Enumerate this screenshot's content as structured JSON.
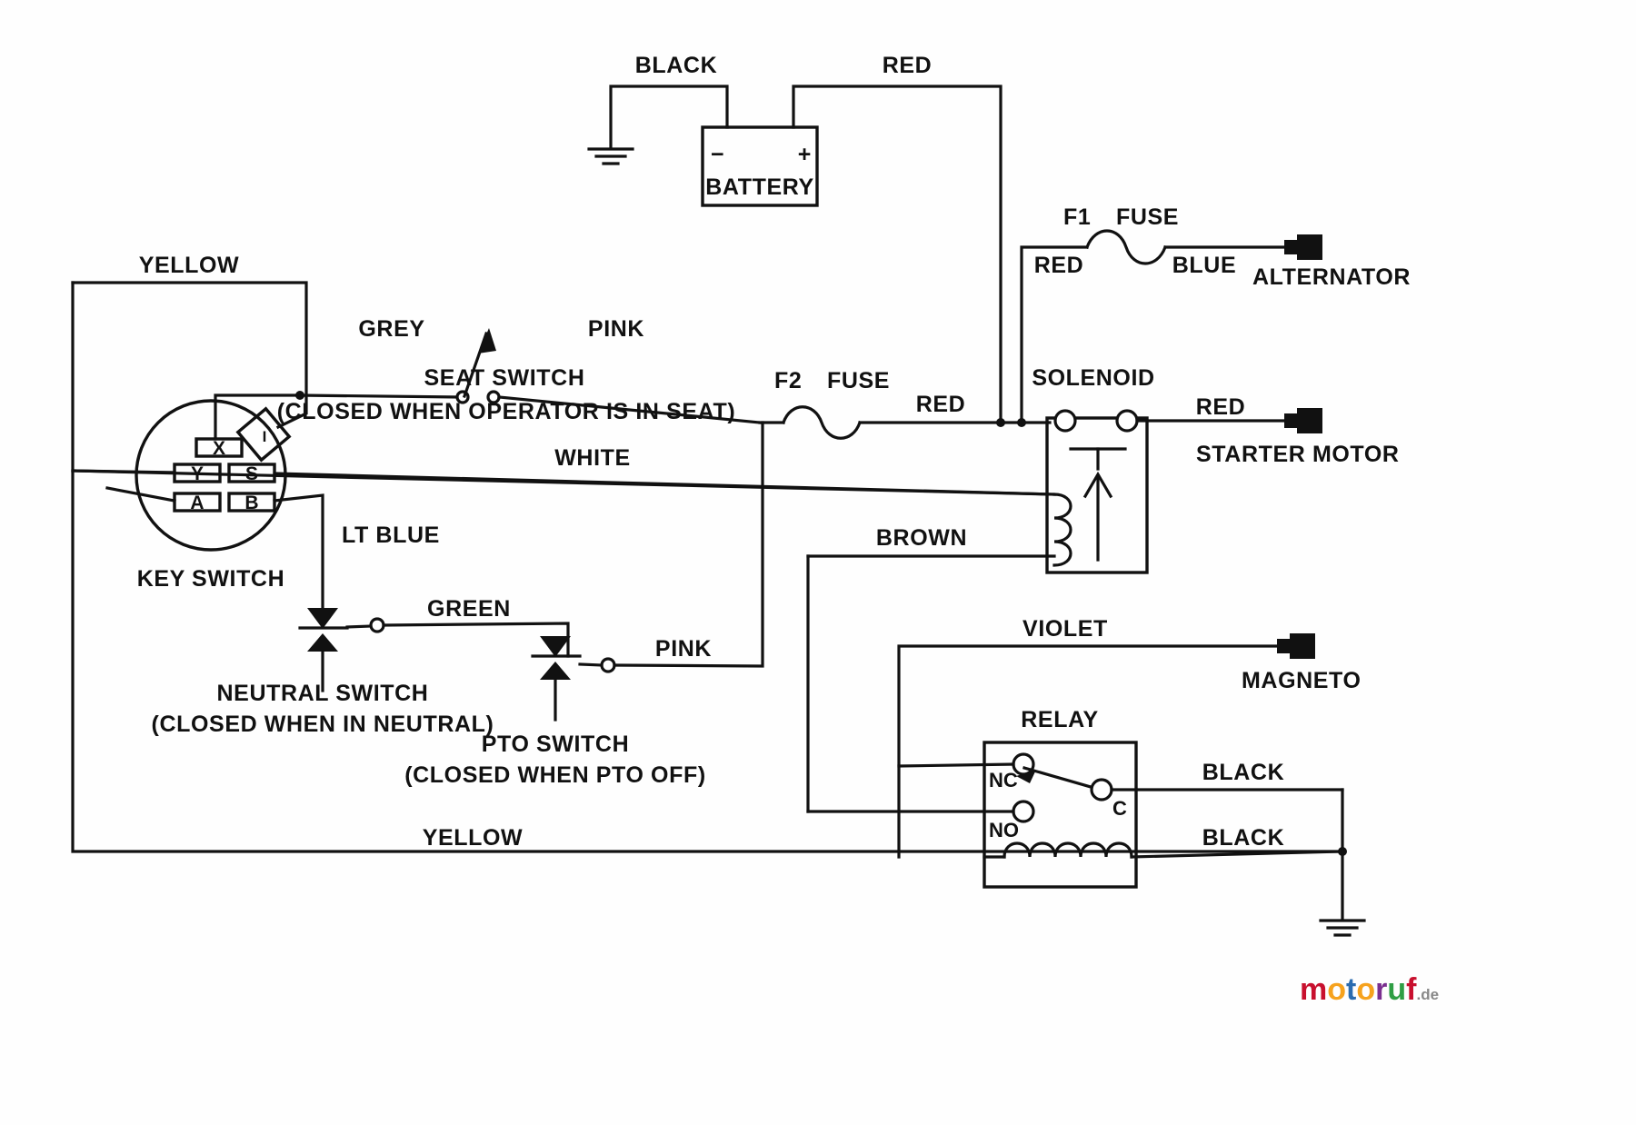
{
  "diagram": {
    "title": "Lawn Tractor Electrical Wiring Diagram",
    "type": "wiring-schematic"
  },
  "wire_labels": {
    "black_battery_neg": "BLACK",
    "red_battery_pos": "RED",
    "yellow_top": "YELLOW",
    "grey": "GREY",
    "pink_seat": "PINK",
    "white": "WHITE",
    "lt_blue": "LT  BLUE",
    "green": "GREEN",
    "pink_pto": "PINK",
    "yellow_bottom": "YELLOW",
    "red_f1_in": "RED",
    "blue_alt": "BLUE",
    "red_f2_out": "RED",
    "red_starter": "RED",
    "brown": "BROWN",
    "violet": "VIOLET",
    "black_relay_c": "BLACK",
    "black_relay_coil": "BLACK"
  },
  "components": {
    "battery": {
      "label": "BATTERY",
      "neg_terminal": "−",
      "pos_terminal": "+"
    },
    "fuse_f1": {
      "designator": "F1",
      "label": "FUSE"
    },
    "fuse_f2": {
      "designator": "F2",
      "label": "FUSE"
    },
    "alternator": {
      "label": "ALTERNATOR"
    },
    "starter_motor": {
      "label": "STARTER MOTOR"
    },
    "magneto": {
      "label": "MAGNETO"
    },
    "solenoid": {
      "label": "SOLENOID"
    },
    "relay": {
      "label": "RELAY",
      "terminals": {
        "nc": "NC",
        "no": "NO",
        "c": "C"
      }
    },
    "key_switch": {
      "label": "KEY SWITCH",
      "terminals": [
        "X",
        "Y",
        "S",
        "A",
        "B"
      ],
      "indicator": "I"
    },
    "seat_switch": {
      "label": "SEAT SWITCH",
      "note": "(CLOSED WHEN OPERATOR IS IN SEAT)"
    },
    "neutral_switch": {
      "label": "NEUTRAL SWITCH",
      "note": "(CLOSED WHEN IN NEUTRAL)"
    },
    "pto_switch": {
      "label": "PTO SWITCH",
      "note": "(CLOSED WHEN PTO OFF)"
    }
  },
  "watermark": {
    "letters": [
      "m",
      "o",
      "t",
      "o",
      "r",
      "u",
      "f"
    ],
    "suffix": ".de"
  },
  "colors": {
    "line": "#111111",
    "background": "#ffffff",
    "watermark_red": "#c8102e",
    "watermark_orange": "#f6a21d",
    "watermark_blue": "#2b6cb0",
    "watermark_purple": "#7a2f8f",
    "watermark_green": "#2f9e44",
    "watermark_grey": "#888888"
  }
}
